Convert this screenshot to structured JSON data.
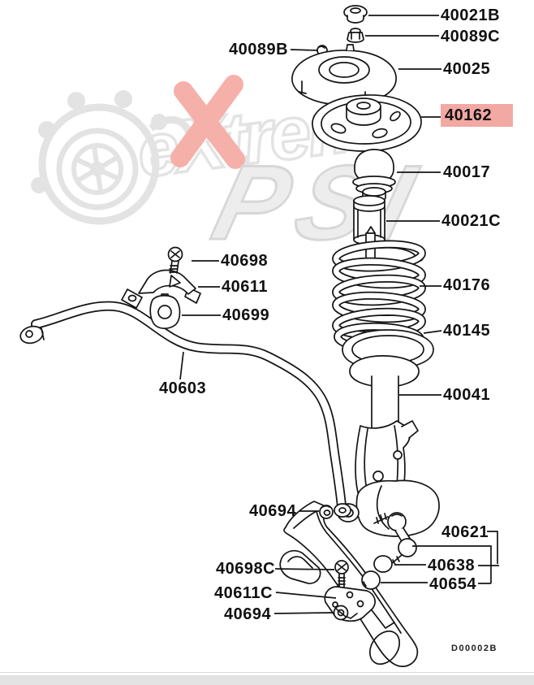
{
  "watermark": {
    "brand": "eXtreme",
    "brand_sub": "PSI"
  },
  "footer": {
    "drawing_code": "D00002B"
  },
  "colors": {
    "highlight": "#f2a8a3",
    "line": "#141414",
    "watermark_gray": "#e3e3e3",
    "watermark_pink": "#f6b0aa"
  },
  "parts": {
    "n40021B": {
      "label": "40021B"
    },
    "n40089C": {
      "label": "40089C"
    },
    "n40089B": {
      "label": "40089B"
    },
    "n40025": {
      "label": "40025"
    },
    "n40162": {
      "label": "40162",
      "highlighted": true
    },
    "n40017": {
      "label": "40017"
    },
    "n40021C": {
      "label": "40021C"
    },
    "n40176": {
      "label": "40176"
    },
    "n40145": {
      "label": "40145"
    },
    "n40041": {
      "label": "40041"
    },
    "n40698": {
      "label": "40698"
    },
    "n40611": {
      "label": "40611"
    },
    "n40699": {
      "label": "40699"
    },
    "n40603": {
      "label": "40603"
    },
    "n40694_upper": {
      "label": "40694"
    },
    "n40621": {
      "label": "40621"
    },
    "n40638": {
      "label": "40638"
    },
    "n40654": {
      "label": "40654"
    },
    "n40698C": {
      "label": "40698C"
    },
    "n40611C": {
      "label": "40611C"
    },
    "n40694_lower": {
      "label": "40694"
    }
  }
}
